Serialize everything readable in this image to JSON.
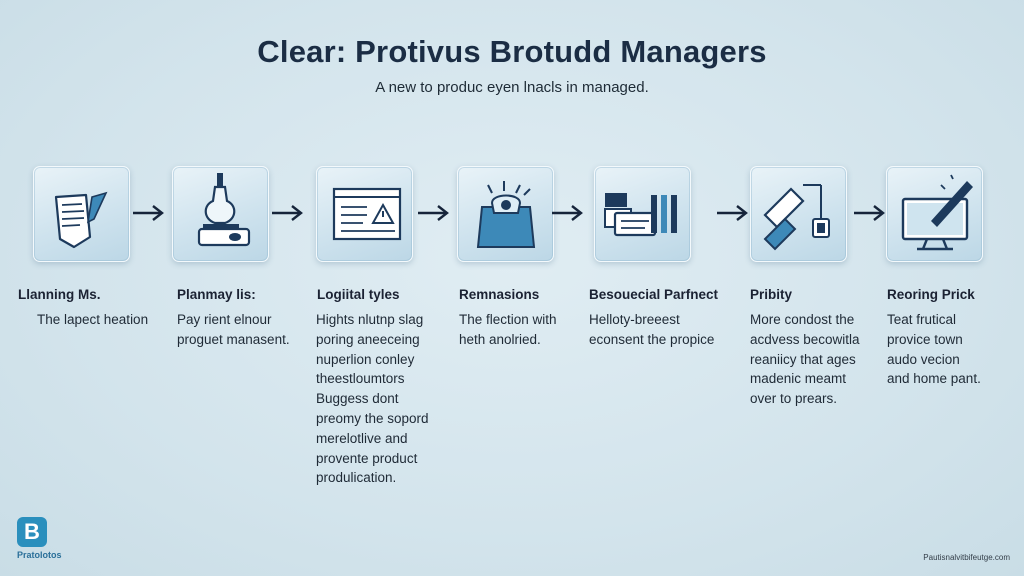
{
  "header": {
    "title": "Clear: Protivus Brotudd Managers",
    "subtitle": "A new to produc eyen lnacls in managed."
  },
  "steps": [
    {
      "title": "Llanning Ms.",
      "desc": "The lapect heation",
      "icon": "document-pen-icon"
    },
    {
      "title": "Planmay lis:",
      "desc": "Pay rient elnour\nproguet manasent.",
      "icon": "lab-flask-icon"
    },
    {
      "title": "Logiital tyles",
      "desc": "Hights nlutnp slag\nporing aneeceing\nnuperlion conley\ntheestloumtors\nBuggess dont\npreomy the sopord\nmerelotlive and\nprovente product\nprodulication.",
      "icon": "browser-warning-icon"
    },
    {
      "title": "Remnasions",
      "desc": "The flection with\nheth anolried.",
      "icon": "open-box-icon"
    },
    {
      "title": "Besouecial Parfnect",
      "desc": "Helloty-breeest\neconsent the propice",
      "icon": "printer-documents-icon"
    },
    {
      "title": "Pribity",
      "desc": "More condost the\nacdvess becowitla\nreaniicy that ages\nmadenic meamt\nover to prears.",
      "icon": "plug-connector-icon"
    },
    {
      "title": "Reoring Prick",
      "desc": "Teat frutical\nprovice town\naudo vecion\nand home pant.",
      "icon": "monitor-pen-icon"
    }
  ],
  "branding": {
    "logo_letter": "B",
    "logo_text": "Pratolotos",
    "footer_right": "Pautisnalvitbifeutge.com"
  },
  "colors": {
    "background": "#d6e6ee",
    "icon_dark": "#1d3a5c",
    "icon_accent": "#3d89b8",
    "logo": "#2a8fbd"
  }
}
